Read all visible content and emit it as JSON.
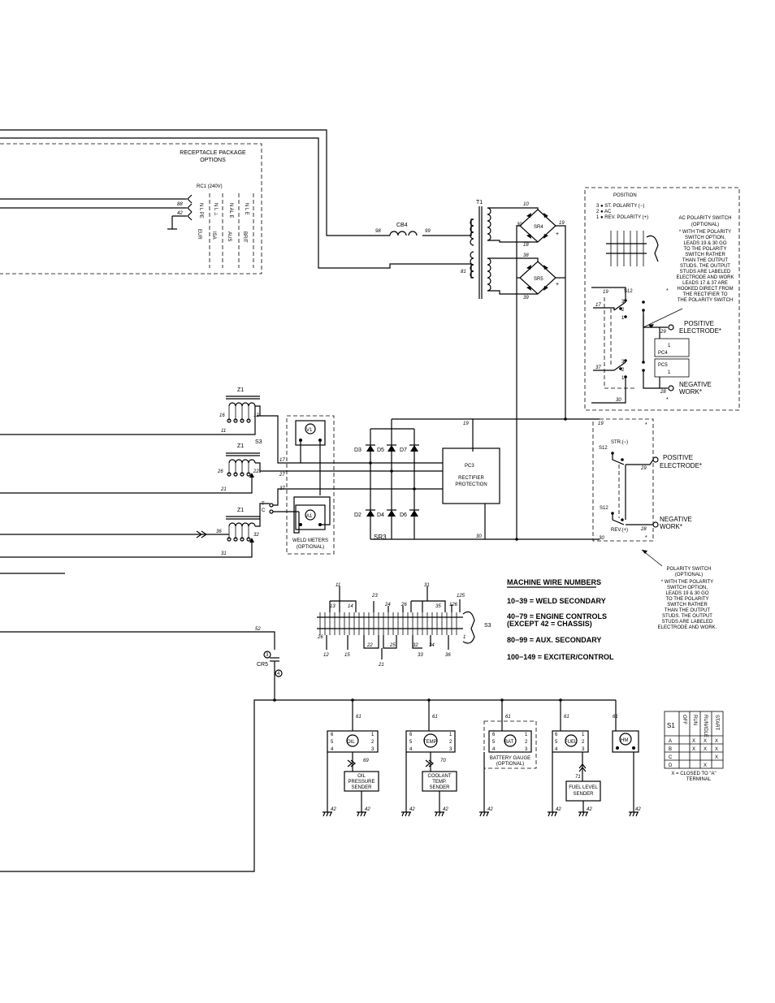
{
  "receptacle": {
    "title_line1": "RECEPTACLE PACKAGE",
    "title_line2": "OPTIONS",
    "rc1": "RC1 (240V)",
    "wires": [
      "88",
      "42"
    ],
    "cols": [
      "N L PE",
      "N L ⊥",
      "N AL E",
      "N L E"
    ],
    "col_labels": [
      "EUR",
      "ISA",
      "AUS",
      "BRIT"
    ]
  },
  "transformer": {
    "t1": "T1",
    "cb4": "CB4",
    "sr4": "SR4",
    "sr5": "SR5",
    "wires": [
      "98",
      "99",
      "81",
      "10",
      "30",
      "19",
      "18",
      "38",
      "39"
    ]
  },
  "polarity_ac": {
    "position": "POSITION",
    "pos_lines": [
      "3 ● ST. POLARITY (−)",
      "2 ● AC",
      "1 ● REV. POLARITY (+)"
    ],
    "title1": "AC POLARITY SWITCH",
    "title2": "(OPTIONAL)",
    "note": [
      "* WITH THE POLARITY",
      "SWITCH OPTION,",
      "LEADS 19 & 30 GO",
      "TO THE POLARITY",
      "SWITCH RATHER",
      "THAN THE OUTPUT",
      "STUDS. THE OUTPUT",
      "STUDS ARE LABELED",
      "ELECTRODE AND WORK",
      "LEADS 17 & 37 ARE",
      "HOOKED DIRECT FROM",
      "THE RECTIFIER TO",
      "THE POLARITY SWITCH"
    ],
    "s12": "S12",
    "pc4": "PC4",
    "pc5": "PC5",
    "positive": "POSITIVE",
    "electrode": "ELECTRODE*",
    "negative": "NEGATIVE",
    "work": "WORK*",
    "wires": [
      "19",
      "17",
      "37",
      "29",
      "28",
      "30",
      "1"
    ]
  },
  "output": {
    "z1": "Z1",
    "s3": "S3",
    "v1": "V1",
    "a1": "A1",
    "weld_meters1": "WELD METERS",
    "weld_meters2": "(OPTIONAL)",
    "diodes_top": [
      "D3",
      "D5",
      "D7"
    ],
    "diodes_bot": [
      "D2",
      "D4",
      "D6"
    ],
    "sr3": "SR3",
    "pc3": "PC3",
    "rectifier1": "RECTIFIER",
    "rectifier2": "PROTECTION",
    "wires_left": [
      "16",
      "12",
      "11",
      "26",
      "22",
      "21",
      "36",
      "32",
      "31"
    ],
    "wires_mid": [
      "17",
      "27",
      "37",
      "19",
      "30"
    ]
  },
  "polarity_dc": {
    "s12": "S12",
    "str": "STR.(−)",
    "rev": "REV.(+)",
    "positive": "POSITIVE",
    "electrode": "ELECTRODE*",
    "negative": "NEGATIVE",
    "work": "WORK*",
    "title1": "POLARITY SWITCH",
    "title2": "(OPTIONAL)",
    "note": [
      "* WITH THE POLARITY",
      "SWITCH OPTION,",
      "LEADS 19 & 30 GO",
      "TO THE POLARITY",
      "SWITCH RATHER",
      "THAN THE OUTPUT",
      "STUDS. THE OUTPUT",
      "STUDS ARE LABELED",
      "ELECTRODE AND WORK."
    ],
    "wires": [
      "19",
      "29",
      "28",
      "30"
    ]
  },
  "s3_switch": {
    "label": "S3",
    "top": [
      "11",
      "13",
      "14",
      "23",
      "24",
      "26",
      "31",
      "35",
      "125",
      "126"
    ],
    "bottom": [
      "12",
      "15",
      "22",
      "25",
      "21",
      "32",
      "33",
      "34",
      "36"
    ],
    "left": [
      "26"
    ],
    "right": [
      "1"
    ]
  },
  "wire_numbers": {
    "title": "MACHINE WIRE NUMBERS",
    "rows": [
      "10−39 = WELD SECONDARY",
      "40−79 = ENGINE CONTROLS",
      "(EXCEPT 42 = CHASSIS)",
      "80−99 = AUX. SECONDARY",
      "100−149 = EXCITER/CONTROL"
    ]
  },
  "cr5": {
    "label": "CR5",
    "wire": "52",
    "t3": "3",
    "t4": "4"
  },
  "gauges": {
    "oil": "OIL",
    "temp": "TEMP",
    "bat": "BAT",
    "fuel": "FUEL",
    "hm": "HM",
    "oil_sender": [
      "OIL",
      "PRESSURE",
      "SENDER"
    ],
    "coolant_sender": [
      "COOLANT",
      "TEMP.",
      "SENDER"
    ],
    "battery": [
      "BATTERY GAUGE",
      "(OPTIONAL)"
    ],
    "fuel_sender": [
      "FUEL LEVEL",
      "SENDER"
    ],
    "wire_61": "61",
    "wire_42": "42",
    "w69": "69",
    "w70": "70",
    "w71": "71",
    "pins": [
      "6",
      "5",
      "4",
      "1",
      "2",
      "3"
    ]
  },
  "s1_table": {
    "title": "S1",
    "headers": [
      "OFF",
      "RUN",
      "RUN/IDLE",
      "START"
    ],
    "rows": [
      {
        "name": "A",
        "cells": [
          "",
          "X",
          "X",
          "X"
        ]
      },
      {
        "name": "B",
        "cells": [
          "",
          "X",
          "X",
          "X"
        ]
      },
      {
        "name": "C",
        "cells": [
          "",
          "",
          "",
          "X"
        ]
      },
      {
        "name": "D",
        "cells": [
          "",
          "",
          "X",
          ""
        ]
      }
    ],
    "note1": "X = CLOSED TO \"A\"",
    "note2": "TERMINAL"
  }
}
